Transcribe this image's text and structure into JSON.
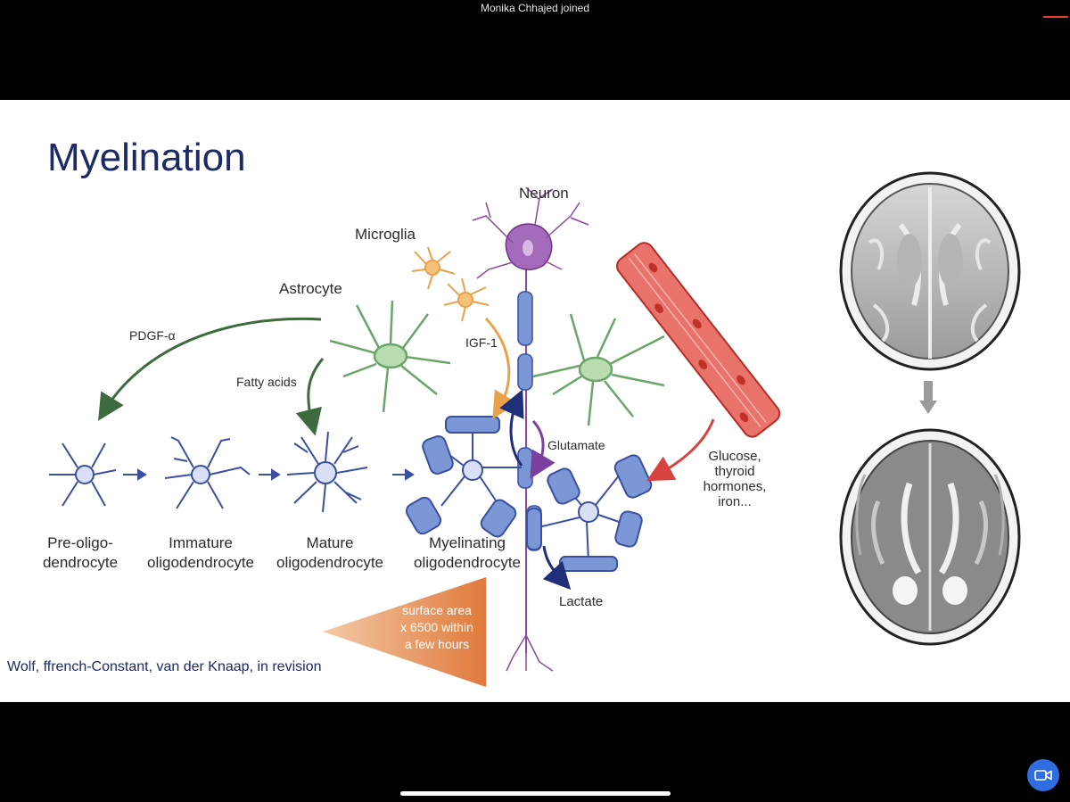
{
  "notification": {
    "text": "Monika Chhajed joined"
  },
  "slide": {
    "title": "Myelination",
    "labels": {
      "neuron": "Neuron",
      "microglia": "Microglia",
      "astrocyte": "Astrocyte",
      "pdgf": "PDGF-α",
      "fatty_acids": "Fatty acids",
      "igf": "IGF-1",
      "glutamate": "Glutamate",
      "glucose": "Glucose,",
      "thyroid": "thyroid",
      "hormones": "hormones,",
      "iron": "iron...",
      "lactate": "Lactate",
      "pre_oligo_1": "Pre-oligo-",
      "pre_oligo_2": "dendrocyte",
      "immature_1": "Immature",
      "immature_2": "oligodendrocyte",
      "mature_1": "Mature",
      "mature_2": "oligodendrocyte",
      "myelinating_1": "Myelinating",
      "myelinating_2": "oligodendrocyte"
    },
    "surface_area": [
      "surface area",
      "x 6500 within",
      "a few hours"
    ],
    "citation": "Wolf, ffrench-Constant, van der Knaap, in revision"
  },
  "colors": {
    "title": "#1c2a66",
    "astrocyte": "#6aa56a",
    "oligo": "#3a4fa0",
    "sheath": "#7b97d6",
    "microglia": "#e9a24a",
    "neuron": "#8a4a9e",
    "vessel": "#d9433f",
    "call_button": "#2f6de0"
  },
  "icons": {
    "camera": "video-camera-icon"
  }
}
